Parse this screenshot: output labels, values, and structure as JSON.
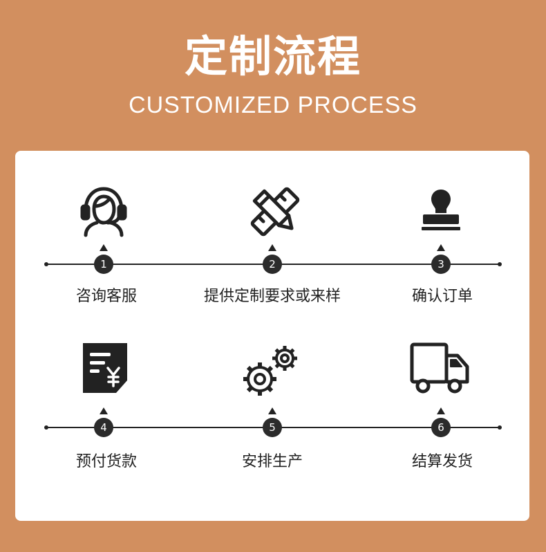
{
  "header": {
    "title": "定制流程",
    "subtitle": "CUSTOMIZED PROCESS"
  },
  "steps": [
    {
      "num": "1",
      "label": "咨询客服",
      "icon": "customer-service-headset-icon"
    },
    {
      "num": "2",
      "label": "提供定制要求或来样",
      "icon": "pencil-ruler-icon"
    },
    {
      "num": "3",
      "label": "确认订单",
      "icon": "stamp-icon"
    },
    {
      "num": "4",
      "label": "预付货款",
      "icon": "invoice-yuan-icon"
    },
    {
      "num": "5",
      "label": "安排生产",
      "icon": "gears-icon"
    },
    {
      "num": "6",
      "label": "结算发货",
      "icon": "delivery-truck-icon"
    }
  ],
  "colors": {
    "background": "#d28f5f",
    "card": "#ffffff",
    "ink": "#222222"
  }
}
